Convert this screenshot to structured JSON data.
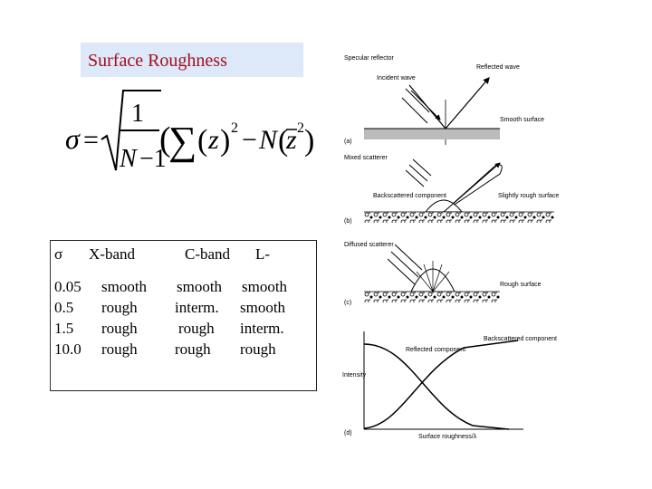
{
  "title": "Surface Roughness",
  "table": {
    "headers": [
      "σ",
      "X-band",
      "C-band",
      "L-"
    ],
    "rows": [
      [
        "0.05",
        "smooth",
        "smooth",
        "smooth"
      ],
      [
        "0.5",
        "rough",
        "interm.",
        "smooth"
      ],
      [
        "1.5",
        "rough",
        "rough",
        "interm."
      ],
      [
        "10.0",
        "rough",
        "rough",
        "rough"
      ]
    ]
  },
  "figure": {
    "panel_a": {
      "title": "Specular reflector",
      "incident": "Incident wave",
      "reflected": "Reflected wave",
      "surface": "Smooth surface",
      "label": "(a)"
    },
    "panel_b": {
      "title": "Mixed scatterer",
      "backscattered": "Backscattered component",
      "surface": "Slightly rough surface",
      "label": "(b)"
    },
    "panel_c": {
      "title": "Diffused scatterer",
      "surface": "Rough surface",
      "label": "(c)"
    },
    "panel_d": {
      "reflected": "Reflected component",
      "backscattered": "Backscattered component",
      "ylabel": "Intensity",
      "xlabel": "Surface roughness/λ",
      "label": "(d)"
    }
  }
}
